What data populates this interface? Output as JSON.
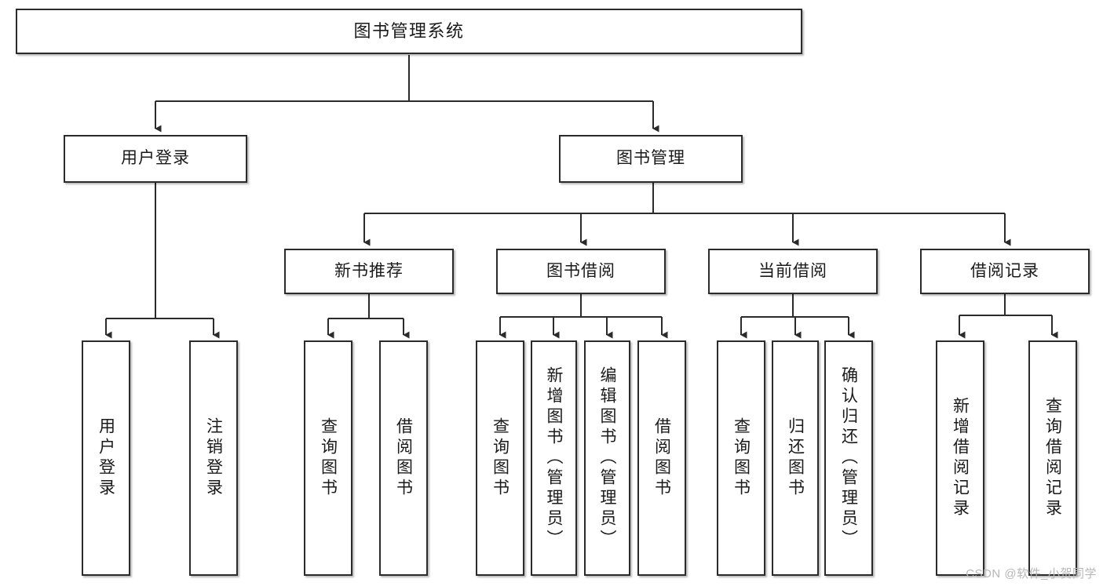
{
  "diagram": {
    "kind": "tree-functional-structure-chart",
    "background_color": "#ffffff",
    "line_color": "#2b2b2b",
    "box_fill": "#ffffff",
    "text_color": "#1a1a1a"
  },
  "root": {
    "label": "图书管理系统"
  },
  "level2": [
    {
      "label": "用户登录"
    },
    {
      "label": "图书管理"
    }
  ],
  "level3": [
    {
      "label": "新书推荐"
    },
    {
      "label": "图书借阅"
    },
    {
      "label": "当前借阅"
    },
    {
      "label": "借阅记录"
    }
  ],
  "leaves": {
    "user_login": [
      {
        "label": "用户登录"
      },
      {
        "label": "注销登录"
      }
    ],
    "new_book_recommend": [
      {
        "label": "查询图书"
      },
      {
        "label": "借阅图书"
      }
    ],
    "book_borrow": [
      {
        "label": "查询图书"
      },
      {
        "label": "新增图书（管理员）"
      },
      {
        "label": "编辑图书（管理员）"
      },
      {
        "label": "借阅图书"
      }
    ],
    "current_borrow": [
      {
        "label": "查询图书"
      },
      {
        "label": "归还图书"
      },
      {
        "label": "确认归还（管理员）"
      }
    ],
    "borrow_record": [
      {
        "label": "新增借阅记录"
      },
      {
        "label": "查询借阅记录"
      }
    ]
  },
  "watermark": {
    "text": "CSDN @软件_小贺同学",
    "color": "#b7b7b7"
  }
}
